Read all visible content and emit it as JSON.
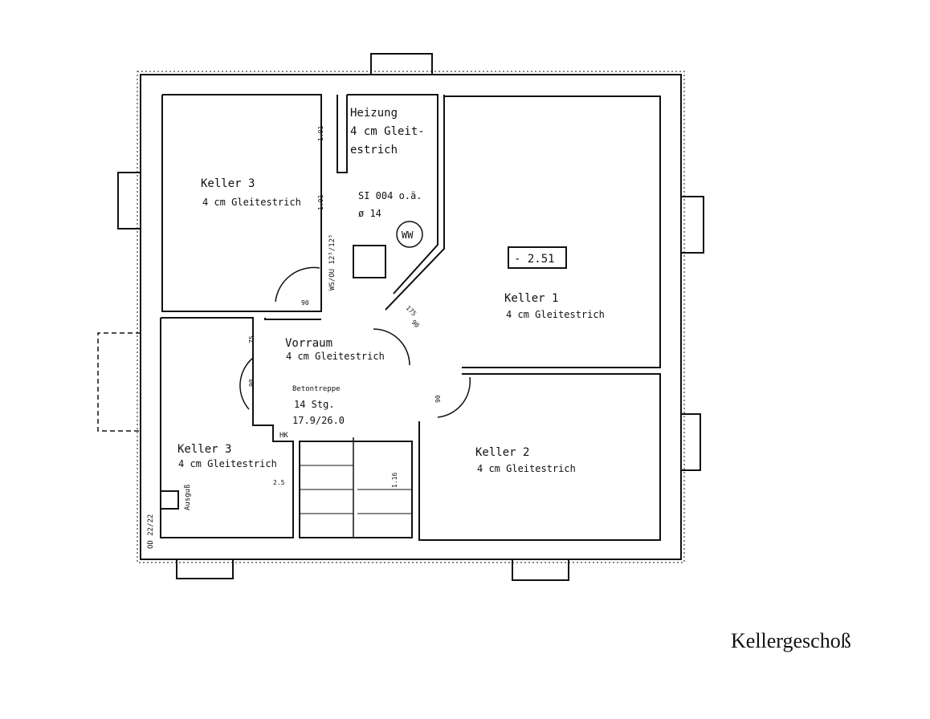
{
  "rooms": {
    "heizung": {
      "name": "Heizung",
      "floor_line1": "4 cm Gleit-",
      "floor_line2": "estrich",
      "chimney": "SI 004 o.ä.",
      "chimney_dia": "ø 14",
      "ww": "WW"
    },
    "keller3_top": {
      "name": "Keller 3",
      "floor": "4 cm Gleitestrich"
    },
    "keller1": {
      "name": "Keller 1",
      "floor": "4 cm Gleitestrich"
    },
    "vorraum": {
      "name": "Vorraum",
      "floor": "4 cm Gleitestrich"
    },
    "keller3_bottom": {
      "name": "Keller 3",
      "floor": "4 cm Gleitestrich"
    },
    "keller2": {
      "name": "Keller 2",
      "floor": "4 cm Gleitestrich"
    }
  },
  "stair": {
    "line1": "Betontreppe",
    "line2": "14 Stg.",
    "line3": "17.9/26.0"
  },
  "level_marker": "- 2.51",
  "annotations": {
    "ausguss": "Ausguß",
    "drain": "OD 22/22",
    "hk": "HK",
    "shaft": "WS/OU 12⁵/12⁵"
  },
  "dims": [
    "1.01",
    "1.01",
    "90",
    "75",
    "90",
    "90",
    "175",
    "90",
    "2.5",
    "1.16"
  ],
  "caption": "Kellergeschoß"
}
